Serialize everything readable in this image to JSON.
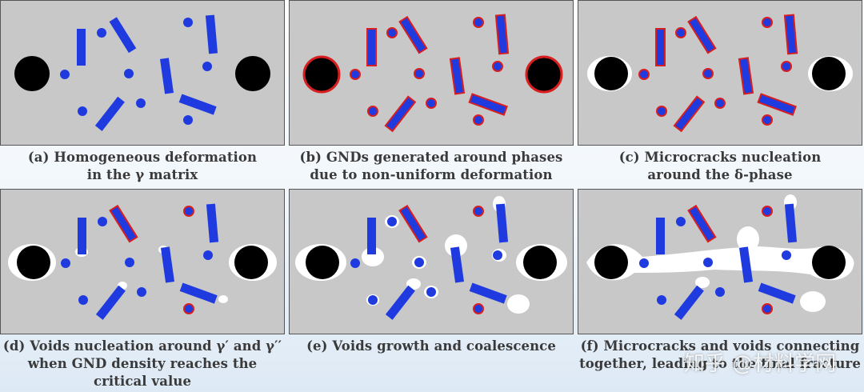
{
  "colors": {
    "panel_bg": "#c8c8c8",
    "phase_delta": "#000000",
    "phase_particle": "#1f3be0",
    "gnd_outline": "#d81e1e",
    "void": "#ffffff",
    "caption_text": "#3a3a3a"
  },
  "panels": [
    {
      "id": "a",
      "caption": [
        "(a) Homogeneous deformation",
        "in the γ matrix"
      ]
    },
    {
      "id": "b",
      "caption": [
        "(b) GNDs generated around phases",
        "due to non-uniform deformation"
      ]
    },
    {
      "id": "c",
      "caption": [
        "(c) Microcracks nucleation",
        "around the δ-phase"
      ]
    },
    {
      "id": "d",
      "caption": [
        "(d) Voids nucleation around γ′ and γ′′",
        "when GND density reaches the",
        "critical value"
      ]
    },
    {
      "id": "e",
      "caption": [
        "(e) Voids growth and coalescence"
      ]
    },
    {
      "id": "f",
      "caption": [
        "(f) Microcracks and voids connecting",
        "together, leading to the final fracture"
      ]
    }
  ],
  "watermark": "知乎 @材料学网"
}
